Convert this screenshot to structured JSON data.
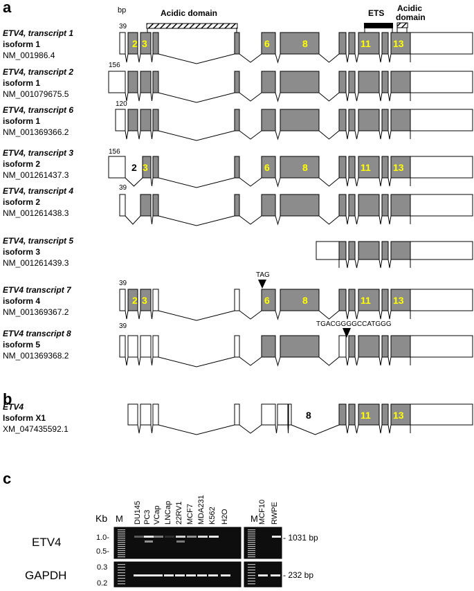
{
  "panels": {
    "a": "a",
    "b": "b",
    "c": "c"
  },
  "header": {
    "bp": "bp",
    "acidic_domain": "Acidic domain",
    "ets": "ETS",
    "acidic_domain_right_line1": "Acidic",
    "acidic_domain_right_line2": "domain"
  },
  "transcripts": [
    {
      "name": "ETV4, transcript 1",
      "isoform": "isoform 1",
      "accession": "NM_001986.4",
      "first_exon_bp": "39"
    },
    {
      "name": "ETV4, transcript 2",
      "isoform": "isoform 1",
      "accession": "NM_001079675.5",
      "first_exon_bp": "156"
    },
    {
      "name": "ETV4, transcript 6",
      "isoform": "isoform 1",
      "accession": "NM_001369366.2",
      "first_exon_bp": "120"
    },
    {
      "name": "ETV4, transcript 3",
      "isoform": "isoform 2",
      "accession": "NM_001261437.3",
      "first_exon_bp": "156"
    },
    {
      "name": "ETV4, transcript 4",
      "isoform": "isoform 2",
      "accession": "NM_001261438.3",
      "first_exon_bp": "39"
    },
    {
      "name": "ETV4, transcript 5",
      "isoform": "isoform 3",
      "accession": "NM_001261439.3",
      "first_exon_bp": ""
    },
    {
      "name": "ETV4 transcript 7",
      "isoform": "isoform 4",
      "accession": "NM_001369367.2",
      "first_exon_bp": "39"
    },
    {
      "name": "ETV4 transcript 8",
      "isoform": "isoform 5",
      "accession": "NM_001369368.2",
      "first_exon_bp": "39"
    }
  ],
  "exon_labels": {
    "e2": "2",
    "e3": "3",
    "e6": "6",
    "e8": "8",
    "e11": "11",
    "e13": "13"
  },
  "annotations": {
    "tag": "TAG",
    "insert_seq": "TGACGGGGCCATGGG"
  },
  "panel_b": {
    "name": "ETV4",
    "isoform": "Isoform X1",
    "accession": "XM_047435592.1"
  },
  "gel": {
    "kb_label": "Kb",
    "marker_label": "M",
    "lanes_left": [
      "DU145",
      "PC3",
      "VCap",
      "LNCap",
      "22RV1",
      "MCF7",
      "MDA231",
      "K562",
      "H2O"
    ],
    "lanes_right": [
      "MCF10",
      "RWPE"
    ],
    "etv4": {
      "label": "ETV4",
      "tick_upper": "1.0-",
      "tick_lower": "0.5-",
      "band_size": "- 1031 bp"
    },
    "gapdh": {
      "label": "GAPDH",
      "tick_upper": "0.3",
      "tick_lower": "0.2",
      "band_size": "- 232 bp"
    }
  },
  "colors": {
    "exon_fill": "#8c8c8c",
    "exon_number": "#ffff00",
    "gel_background": "#0e0e0e",
    "band": "#e8e8e8"
  }
}
